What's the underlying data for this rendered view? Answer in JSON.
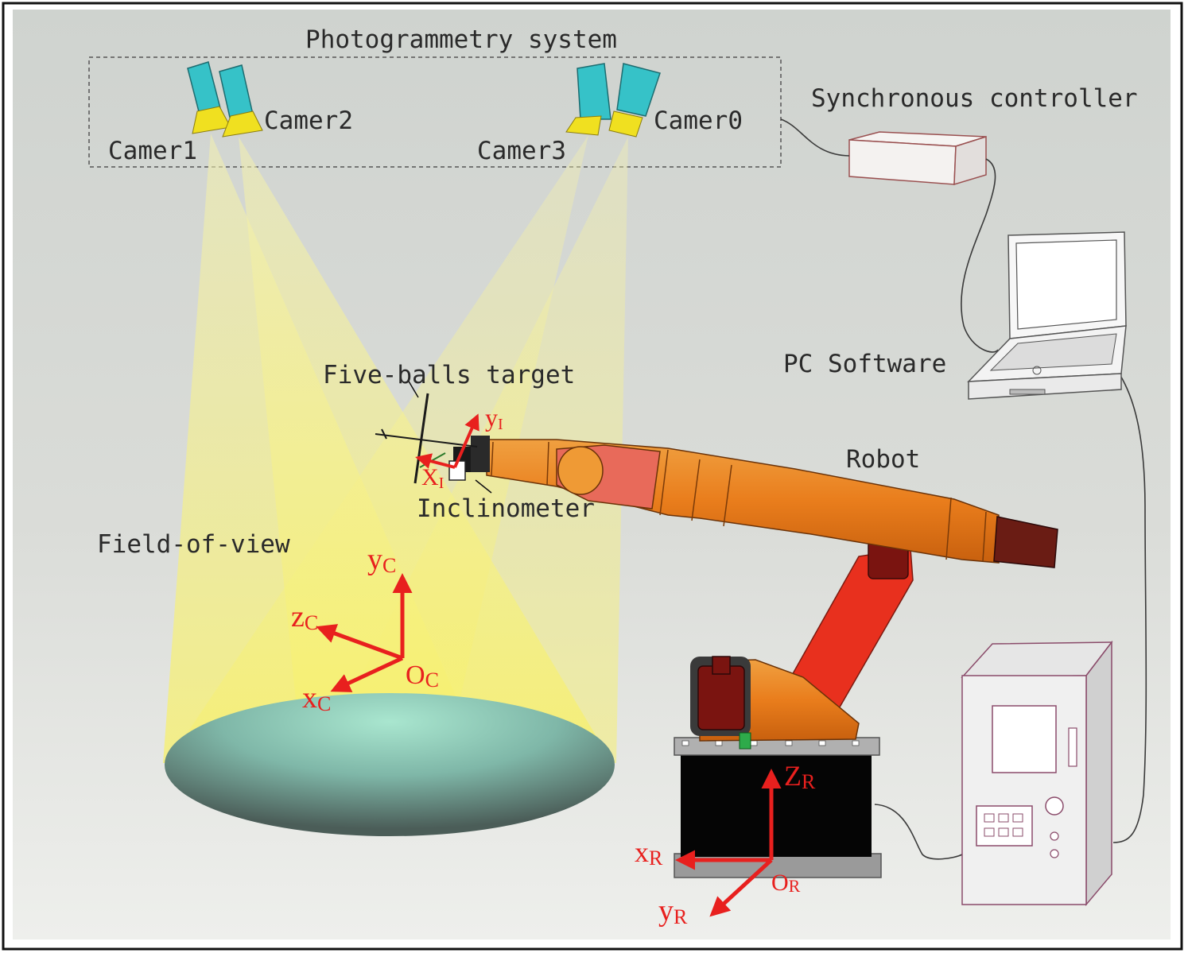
{
  "labels": {
    "photogrammetry_system": "Photogrammetry system",
    "synchronous_controller": "Synchronous controller",
    "camera1": "Camer1",
    "camera2": "Camer2",
    "camera3": "Camer3",
    "camera0": "Camer0",
    "pc_software": "PC Software",
    "five_balls_target": "Five-balls target",
    "robot": "Robot",
    "inclinometer": "Inclinometer",
    "field_of_view": "Field-of-view"
  },
  "axes": {
    "camera": {
      "y_main": "y",
      "y_sub": "C",
      "z_main": "z",
      "z_sub": "C",
      "x_main": "x",
      "x_sub": "C",
      "o_main": "O",
      "o_sub": "C"
    },
    "robot": {
      "z_main": "Z",
      "z_sub": "R",
      "x_main": "x",
      "x_sub": "R",
      "y_main": "y",
      "y_sub": "R",
      "o_main": "O",
      "o_sub": "R"
    },
    "inclinometer": {
      "y_main": "y",
      "y_sub": "I",
      "x_main": "X",
      "x_sub": "I"
    }
  },
  "colors": {
    "axis_red": "#e8201e",
    "robot_orange": "#e8801e",
    "robot_red": "#e8301e",
    "camera_cyan": "#36c2c8",
    "lens_yellow": "#f0e020",
    "light_cone": "#f4f0a0"
  }
}
